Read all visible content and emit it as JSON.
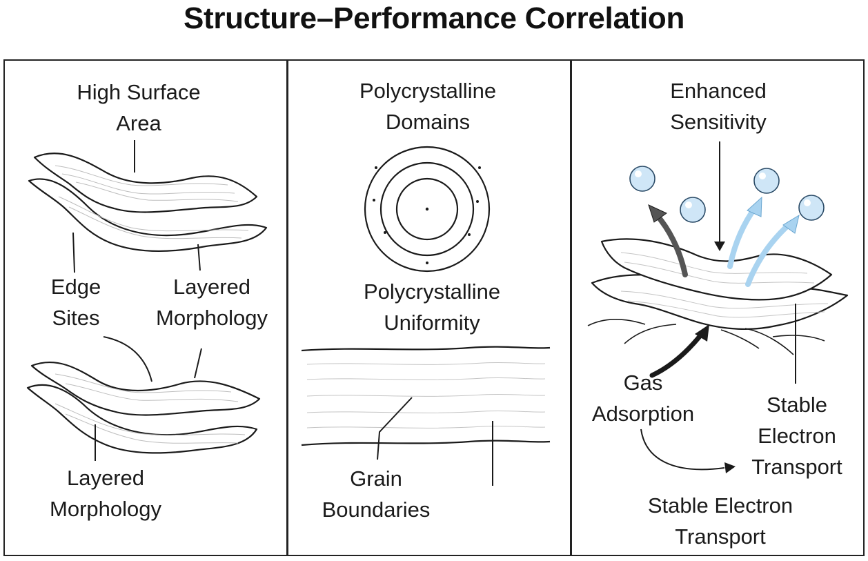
{
  "title": "Structure–Performance Correlation",
  "panel1": {
    "label_top_line1": "High Surface",
    "label_top_line2": "Area",
    "label_edge_line1": "Edge",
    "label_edge_line2": "Sites",
    "label_layered_line1": "Layered",
    "label_layered_line2": "Morphology",
    "label_bottom_line1": "Layered",
    "label_bottom_line2": "Morphology"
  },
  "panel2": {
    "label_top_line1": "Polycrystalline",
    "label_top_line2": "Domains",
    "label_mid_line1": "Polycrystalline",
    "label_mid_line2": "Uniformity",
    "label_grain_line1": "Grain",
    "label_grain_line2": "Boundaries"
  },
  "panel3": {
    "label_top_line1": "Enhanced",
    "label_top_line2": "Sensitivity",
    "label_gas_line1": "Gas",
    "label_gas_line2": "Adsorption",
    "label_stable_line1": "Stable",
    "label_stable_line2": "Electron",
    "label_stable_line3": "Transport",
    "label_bottom_line1": "Stable Electron",
    "label_bottom_line2": "Transport"
  },
  "colors": {
    "line": "#1a1a1a",
    "molecule_fill": "#cfe6f7",
    "light_arrow": "#a9d3f0",
    "dark_arrow": "#555555"
  }
}
